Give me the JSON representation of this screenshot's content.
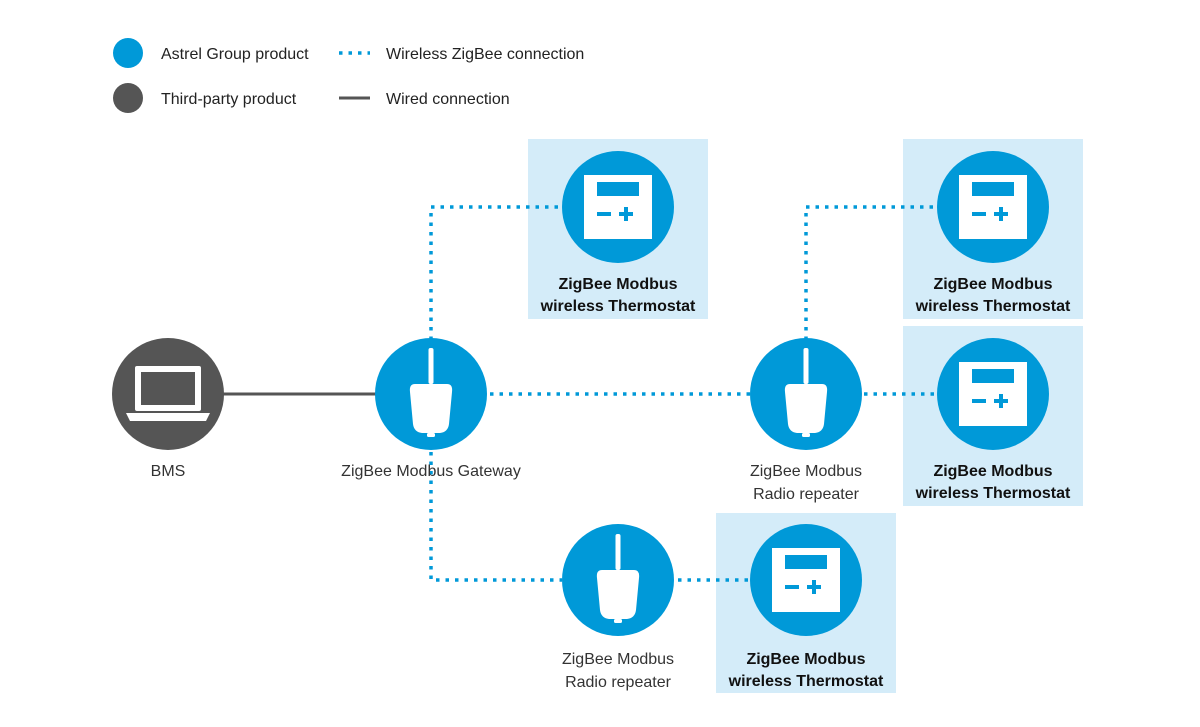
{
  "colors": {
    "astrel": "#0099d8",
    "third_party": "#555555",
    "panel_bg": "#d4ecf9",
    "device_white": "#ffffff"
  },
  "legend": {
    "astrel_product": "Astrel Group product",
    "third_party_product": "Third-party product",
    "wireless_connection": "Wireless ZigBee connection",
    "wired_connection": "Wired connection"
  },
  "nodes": {
    "bms": {
      "label": "BMS",
      "icon": "laptop-icon"
    },
    "gateway": {
      "label": "ZigBee Modbus Gateway",
      "icon": "gateway-icon"
    },
    "repeater_right": {
      "label_line1": "ZigBee Modbus",
      "label_line2": "Radio repeater",
      "icon": "repeater-icon"
    },
    "repeater_bottom": {
      "label_line1": "ZigBee Modbus",
      "label_line2": "Radio repeater",
      "icon": "repeater-icon"
    },
    "thermostats": [
      {
        "label_line1": "ZigBee Modbus",
        "label_line2": "wireless Thermostat",
        "icon": "thermostat-icon"
      },
      {
        "label_line1": "ZigBee Modbus",
        "label_line2": "wireless Thermostat",
        "icon": "thermostat-icon"
      },
      {
        "label_line1": "ZigBee Modbus",
        "label_line2": "wireless Thermostat",
        "icon": "thermostat-icon"
      },
      {
        "label_line1": "ZigBee Modbus",
        "label_line2": "wireless Thermostat",
        "icon": "thermostat-icon"
      }
    ]
  },
  "thermostat_display": {
    "minus": "−",
    "plus": "+"
  }
}
